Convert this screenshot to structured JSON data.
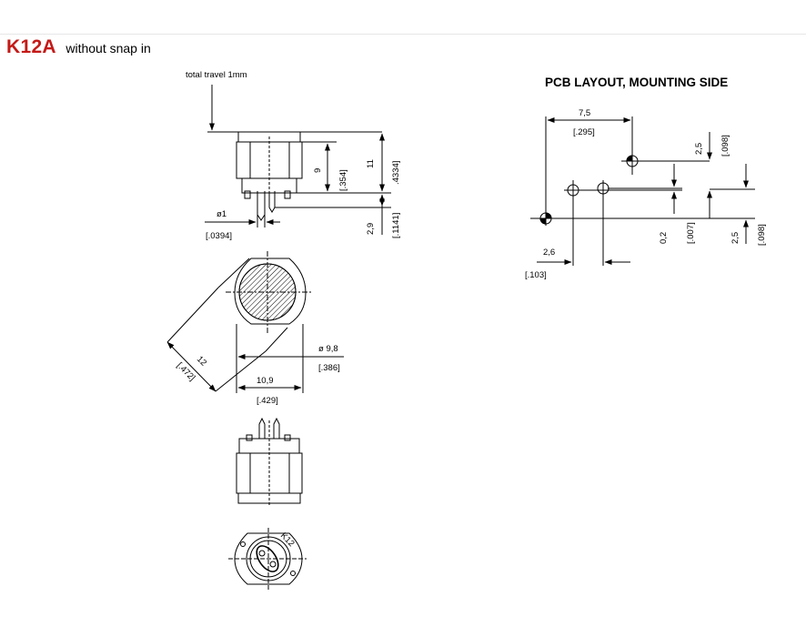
{
  "header": {
    "model": "K12A",
    "subtitle": "without snap in"
  },
  "side_view": {
    "travel_label": "total travel 1mm",
    "dim_9": "9",
    "dim_9_in": "[.354]",
    "dim_11": "11",
    "dim_11_in": ".4334]",
    "dim_2_9": "2,9",
    "dim_2_9_in": "[.1141]",
    "pin_dia": "ø1",
    "pin_dia_in": "[.0394]"
  },
  "top_view": {
    "dim_12": "12",
    "dim_12_in": "[.472]",
    "dia_9_8": "ø 9,8",
    "dia_9_8_in": "[.386]",
    "width_10_9": "10,9",
    "width_10_9_in": "[.429]"
  },
  "bottom_view": {
    "marking": "K12"
  },
  "pcb_layout": {
    "title": "PCB LAYOUT, MOUNTING SIDE",
    "dim_7_5": "7,5",
    "dim_7_5_in": "[.295]",
    "dim_2_5_top": "2,5",
    "dim_2_5_top_in": "[.098]",
    "dim_0_2": "0,2",
    "dim_0_2_in": "[.007]",
    "dim_2_5_right": "2,5",
    "dim_2_5_right_in": "[.098]",
    "dim_2_6": "2,6",
    "dim_2_6_in": "[.103]"
  }
}
